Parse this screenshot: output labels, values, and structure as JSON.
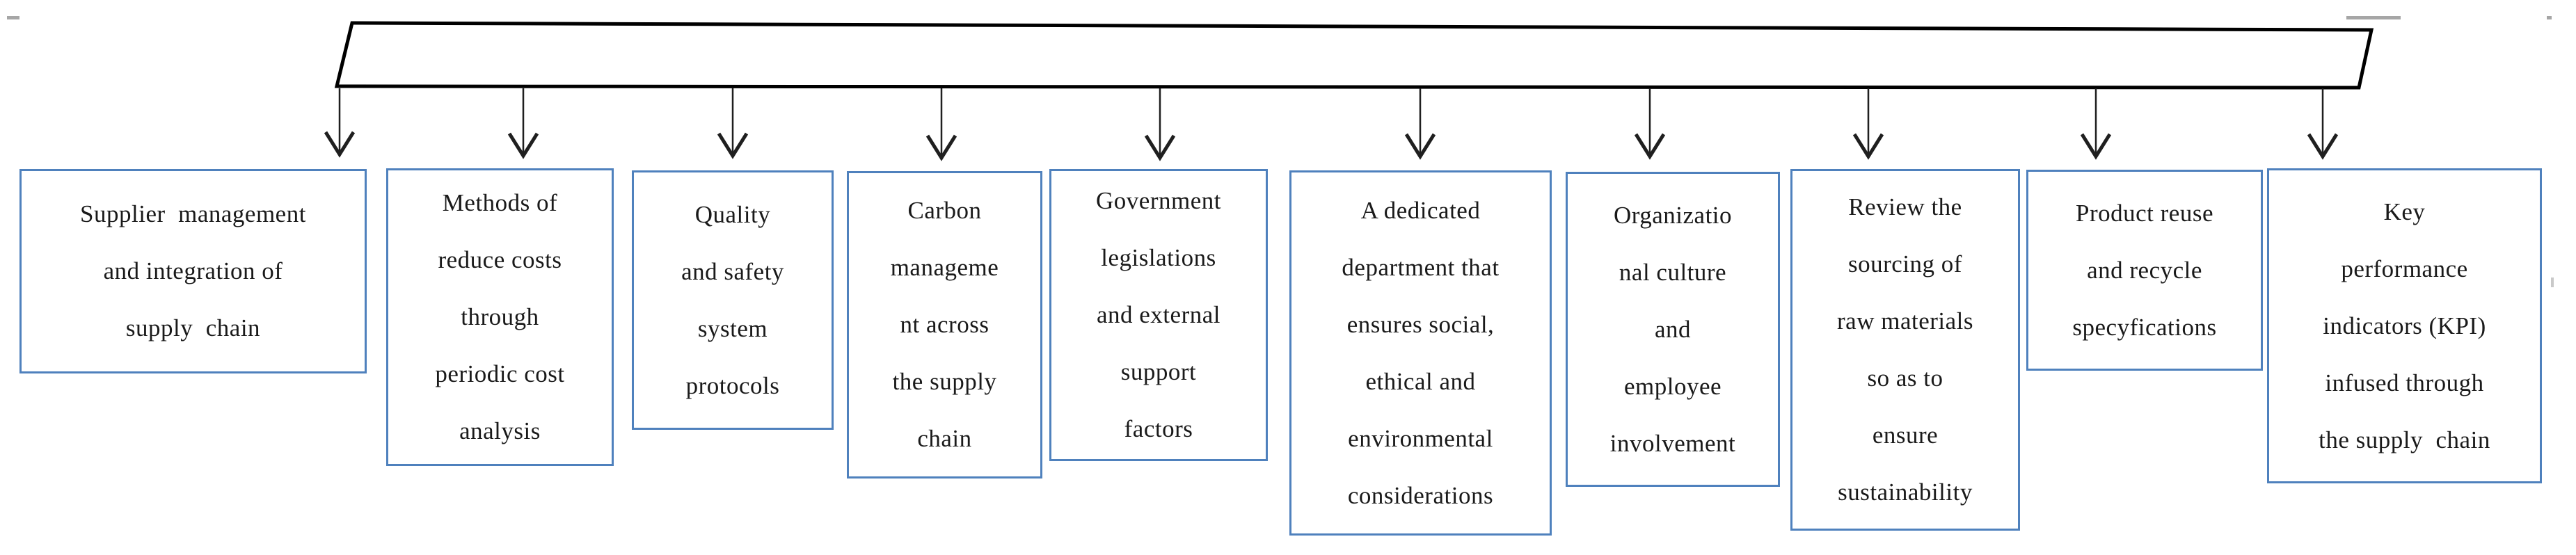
{
  "diagram": {
    "kind": "banner-with-arrows-to-boxes",
    "banner_text": "",
    "box_count": 10
  },
  "boxes": [
    {
      "text": "Supplier  management\nand integration of\nsupply  chain"
    },
    {
      "text": "Methods of\nreduce costs\nthrough\nperiodic cost\nanalysis"
    },
    {
      "text": "Quality\nand safety\nsystem\nprotocols"
    },
    {
      "text": "Carbon\nmanageme\nnt across\nthe supply\nchain"
    },
    {
      "text": "Government\nlegislations\nand external\nsupport\nfactors"
    },
    {
      "text": "A dedicated\ndepartment that\nensures social,\nethical and\nenvironmental\nconsiderations"
    },
    {
      "text": "Organizatio\nnal culture\nand\nemployee\ninvolvement"
    },
    {
      "text": "Review the\nsourcing of\nraw materials\nso as to\nensure\nsustainability"
    },
    {
      "text": "Product reuse\nand recycle\nspecyfications"
    },
    {
      "text": "Key\nperformance\nindicators (KPI)\ninfused through\nthe supply  chain"
    }
  ],
  "colors": {
    "box_border": "#4f81bd",
    "shape_stroke": "#000000",
    "arrow_stroke": "#1f1f1f",
    "artifact_gray": "#a6a6a6"
  }
}
